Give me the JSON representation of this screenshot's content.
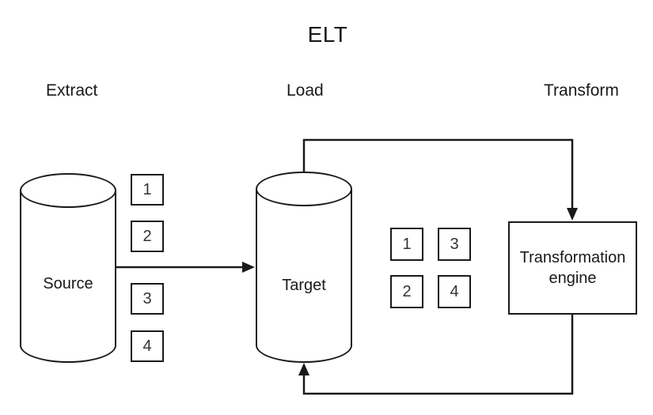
{
  "title": "ELT",
  "stages": {
    "extract": "Extract",
    "load": "Load",
    "transform": "Transform"
  },
  "source": {
    "label": "Source",
    "items": [
      "1",
      "2",
      "3",
      "4"
    ]
  },
  "target": {
    "label": "Target"
  },
  "engine": {
    "label": "Transformation engine"
  },
  "staging": {
    "items": [
      "1",
      "3",
      "2",
      "4"
    ]
  },
  "arrows": [
    {
      "name": "source-to-target",
      "from": "Source",
      "to": "Target"
    },
    {
      "name": "target-to-engine",
      "from": "Target",
      "to": "Transformation engine"
    },
    {
      "name": "engine-to-target",
      "from": "Transformation engine",
      "to": "Target"
    }
  ],
  "colors": {
    "line": "#1a1a1a",
    "text": "#1a1a1a",
    "node_fill": "#ffffff",
    "background": "#ffffff"
  }
}
